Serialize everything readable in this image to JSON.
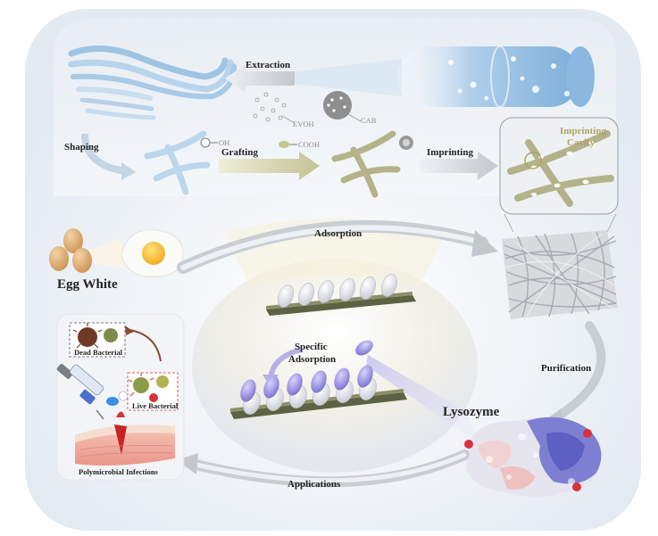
{
  "labels": {
    "extraction": "Extraction",
    "evoh": "EVOH",
    "cab": "CAB",
    "shaping": "Shaping",
    "oh": "OH",
    "grafting": "Grafting",
    "cooh": "COOH",
    "imprinting": "Imprinting",
    "imprinting_cavity_1": "Imprinting",
    "imprinting_cavity_2": "Cavity",
    "egg_white": "Egg White",
    "adsorption": "Adsorption",
    "specific_adsorption_1": "Specific",
    "specific_adsorption_2": "Adsorption",
    "purification": "Purification",
    "lysozyme": "Lysozyme",
    "dead_bacterial": "Dead Bacterial",
    "live_bacterial": "Live Bacterial",
    "polymicrobial_infections": "Polymicrobial Infections",
    "applications": "Applications"
  },
  "colors": {
    "fiber_blue": "#b9d3e8",
    "fiber_green": "#b5b48c",
    "protein_purple": "#8f86d6",
    "protein_red": "#d9323a",
    "arrow_gray": "#c8cdd3",
    "arrow_tan": "#c9c79a",
    "cavity_tan": "#b4a062"
  }
}
